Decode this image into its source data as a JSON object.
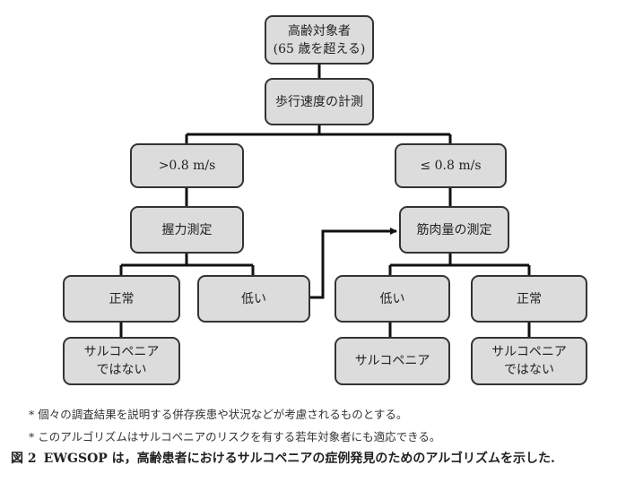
{
  "nodes": {
    "subject": {
      "line1": "高齢対象者",
      "line2": "(65 歳を超える)"
    },
    "gait": "歩行速度の計測",
    "fast": ">0.8 m/s",
    "slow": "≤ 0.8 m/s",
    "grip": "握力測定",
    "muscle": "筋肉量の測定",
    "grip_normal": "正常",
    "grip_low": "低い",
    "muscle_low": "低い",
    "muscle_normal": "正常",
    "result_left": {
      "line1": "サルコペニア",
      "line2": "ではない"
    },
    "result_mid": "サルコペニア",
    "result_right": {
      "line1": "サルコペニア",
      "line2": "ではない"
    }
  },
  "notes": [
    "* 個々の調査結果を説明する併存疾患や状況などが考慮されるものとする。",
    "* このアルゴリズムはサルコペニアのリスクを有する若年対象者にも適応できる。"
  ],
  "caption": {
    "figure": "図 2",
    "text": "EWGSOP は，高齢患者におけるサルコペニアの症例発見のためのアルゴリズムを示した."
  }
}
